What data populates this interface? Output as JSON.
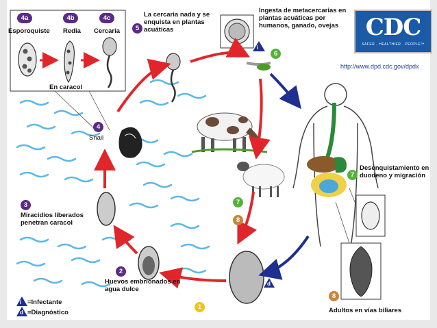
{
  "labels": {
    "esporoquiste": "Esporoquiste",
    "redia": "Redia",
    "cercaria": "Cercaria",
    "en_caracol": "En caracol",
    "snail": "Snail",
    "cercaria_nada": "La cercaria nada y se enquista en plantas acuáticas",
    "ingesta": "Ingesta de metacercarias en plantas acuáticas por humanos, ganado, ovejas",
    "desenquistamiento": "Desenquistamiento en duodeno y migración",
    "adultos": "Adultos en vías biliares",
    "huevos": "Huevos embrionados en agua dulce",
    "miracidios": "Miracidios liberados penetran caracol",
    "infectante": "=Infectante",
    "diagnostico": "=Diagnóstico",
    "url": "http://www.dpd.cdc.gov/dpdx",
    "cdc": "CDC",
    "cdc_sub": "SAFER · HEALTHIER · PEOPLE™"
  },
  "steps": {
    "s4a": "4a",
    "s4b": "4b",
    "s4c": "4c",
    "s1": "1",
    "s2": "2",
    "s3": "3",
    "s4": "4",
    "s5": "5",
    "s6": "6",
    "s7a": "7",
    "s7b": "7",
    "s8a": "8",
    "s8b": "8"
  },
  "marks": {
    "infectante_i": "i",
    "diagnostico_d": "d"
  },
  "colors": {
    "purple": "#5b2a86",
    "green": "#55b13a",
    "orange": "#c8863b",
    "yellow": "#f3c21b",
    "red_arrow": "#e0262b",
    "blue_arrow": "#1e2f8f",
    "water": "#5bb8e6",
    "cdc_blue": "#1a5aa7"
  }
}
